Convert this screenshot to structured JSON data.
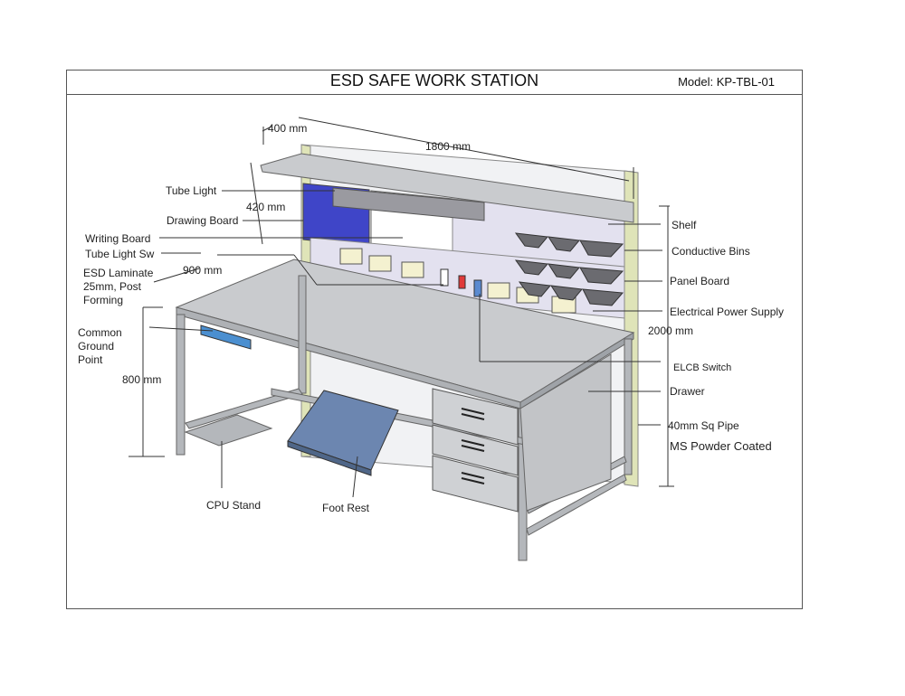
{
  "header": {
    "title": "ESD SAFE WORK STATION",
    "model": "Model: KP-TBL-01"
  },
  "dimensions": {
    "depth": "400 mm",
    "length": "1800 mm",
    "panel_height": "420 mm",
    "table_depth": "900 mm",
    "table_height": "800 mm",
    "total_height": "2000 mm"
  },
  "labels": {
    "tube_light": "Tube Light",
    "drawing_board": "Drawing Board",
    "writing_board": "Writing Board",
    "tube_light_sw": "Tube Light Sw",
    "esd_laminate_1": "ESD Laminate",
    "esd_laminate_2": "25mm, Post",
    "esd_laminate_3": "Forming",
    "common_ground_1": "Common",
    "common_ground_2": "Ground",
    "common_ground_3": "Point",
    "shelf": "Shelf",
    "conductive_bins": "Conductive Bins",
    "panel_board": "Panel Board",
    "power_supply": "Electrical Power Supply",
    "elcb_switch": "ELCB Switch",
    "drawer": "Drawer",
    "sq_pipe": "40mm Sq Pipe",
    "powder_coated": "MS Powder Coated",
    "cpu_stand": "CPU Stand",
    "foot_rest": "Foot Rest"
  },
  "colors": {
    "frame_grey": "#b4b7bb",
    "table_top": "#c9cbce",
    "drawing_board": "#3f45c8",
    "panel_lilac": "#e3e1ef",
    "foot_rest": "#6c86b0",
    "ground_strip": "#4b8fd0",
    "panel_edge": "#dfe4b8"
  }
}
